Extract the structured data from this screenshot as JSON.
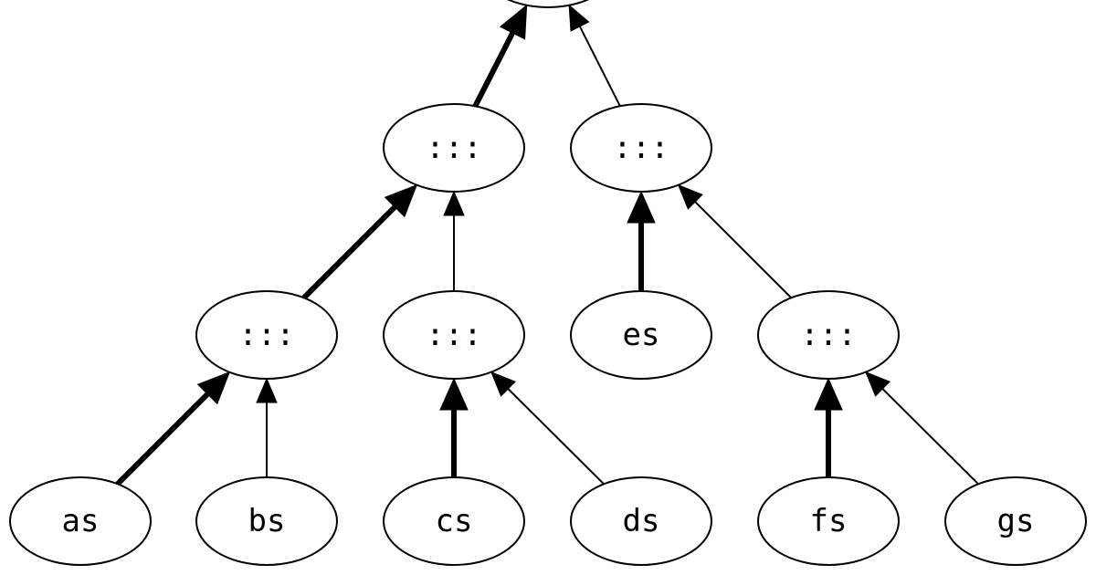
{
  "diagram": {
    "type": "tree",
    "direction": "children-point-up-to-parent",
    "colors": {
      "stroke": "#000000",
      "fill": "#ffffff",
      "text": "#000000"
    },
    "nodes": [
      {
        "id": "root",
        "label": ""
      },
      {
        "id": "n1",
        "label": ":::"
      },
      {
        "id": "n2",
        "label": ":::"
      },
      {
        "id": "n3",
        "label": ":::"
      },
      {
        "id": "n4",
        "label": ":::"
      },
      {
        "id": "es",
        "label": "es"
      },
      {
        "id": "n5",
        "label": ":::"
      },
      {
        "id": "as",
        "label": "as"
      },
      {
        "id": "bs",
        "label": "bs"
      },
      {
        "id": "cs",
        "label": "cs"
      },
      {
        "id": "ds",
        "label": "ds"
      },
      {
        "id": "fs",
        "label": "fs"
      },
      {
        "id": "gs",
        "label": "gs"
      }
    ],
    "edges": [
      {
        "from": "n1",
        "to": "root",
        "weight": "thick"
      },
      {
        "from": "n2",
        "to": "root",
        "weight": "thin"
      },
      {
        "from": "n3",
        "to": "n1",
        "weight": "thick"
      },
      {
        "from": "n4",
        "to": "n1",
        "weight": "thin"
      },
      {
        "from": "es",
        "to": "n2",
        "weight": "thick"
      },
      {
        "from": "n5",
        "to": "n2",
        "weight": "thin"
      },
      {
        "from": "as",
        "to": "n3",
        "weight": "thick"
      },
      {
        "from": "bs",
        "to": "n3",
        "weight": "thin"
      },
      {
        "from": "cs",
        "to": "n4",
        "weight": "thick"
      },
      {
        "from": "ds",
        "to": "n4",
        "weight": "thin"
      },
      {
        "from": "fs",
        "to": "n5",
        "weight": "thick"
      },
      {
        "from": "gs",
        "to": "n5",
        "weight": "thin"
      }
    ]
  }
}
